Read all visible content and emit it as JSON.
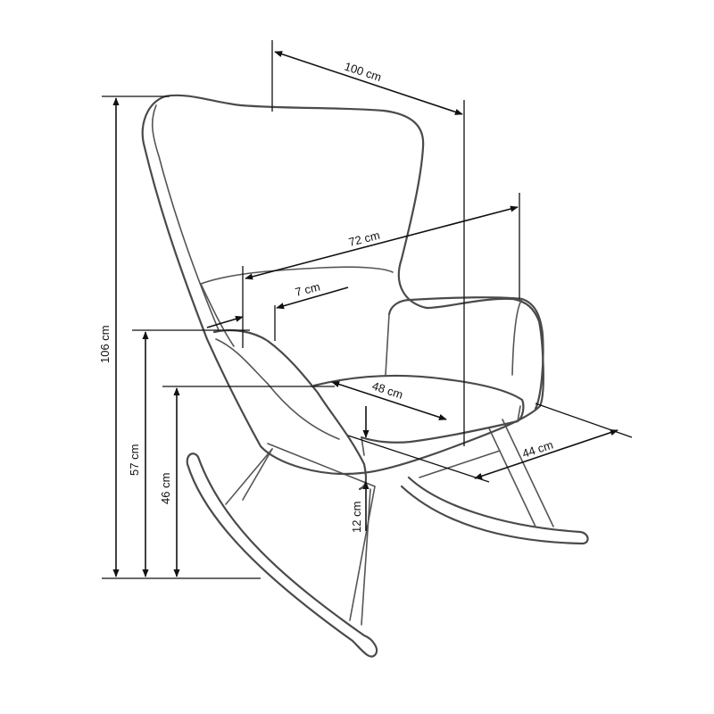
{
  "diagram": {
    "dimensions": {
      "width": "100 cm",
      "arm_width": "72 cm",
      "armrest": "7 cm",
      "seat_width": "48 cm",
      "seat_depth": "44 cm",
      "total_height": "106 cm",
      "armrest_height": "57 cm",
      "seat_height": "46 cm",
      "seat_thickness": "12 cm"
    },
    "colors": {
      "outline": "#4a4a4a",
      "dimension": "#111111",
      "background": "#ffffff"
    }
  }
}
